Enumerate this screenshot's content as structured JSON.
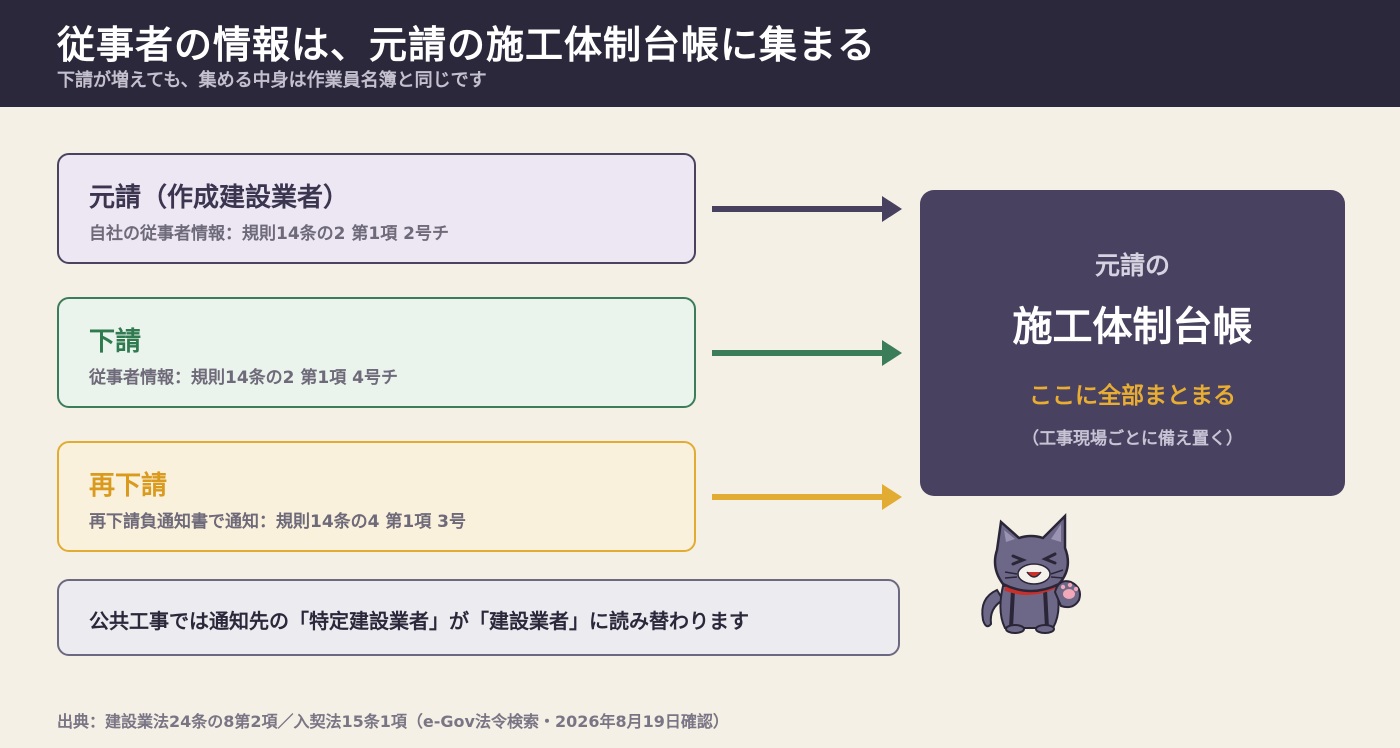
{
  "header": {
    "title": "従事者の情報は、元請の施工体制台帳に集まる",
    "subtitle": "下請が増えても、集める中身は作業員名簿と同じです"
  },
  "sources": [
    {
      "id": "gen",
      "title": "元請（作成建設業者）",
      "note": "自社の従事者情報：規則14条の2 第1項 2号チ",
      "color": "#47405e"
    },
    {
      "id": "sub",
      "title": "下請",
      "note": "従事者情報：規則14条の2 第1項 4号チ",
      "color": "#3a7d58"
    },
    {
      "id": "resub",
      "title": "再下請",
      "note": "再下請負通知書で通知：規則14条の4 第1項 3号",
      "color": "#e2ab32"
    }
  ],
  "ledger": {
    "pre": "元請の",
    "main": "施工体制台帳",
    "emphasis": "ここに全部まとまる",
    "note": "（工事現場ごとに備え置く）"
  },
  "public_works_note": "公共工事では通知先の「特定建設業者」が「建設業者」に読み替わります",
  "source_citation": "出典：建設業法24条の8第2項／入契法15条1項（e-Gov法令検索・2026年8月19日確認）",
  "mascot_icon": "cat-mascot-icon"
}
